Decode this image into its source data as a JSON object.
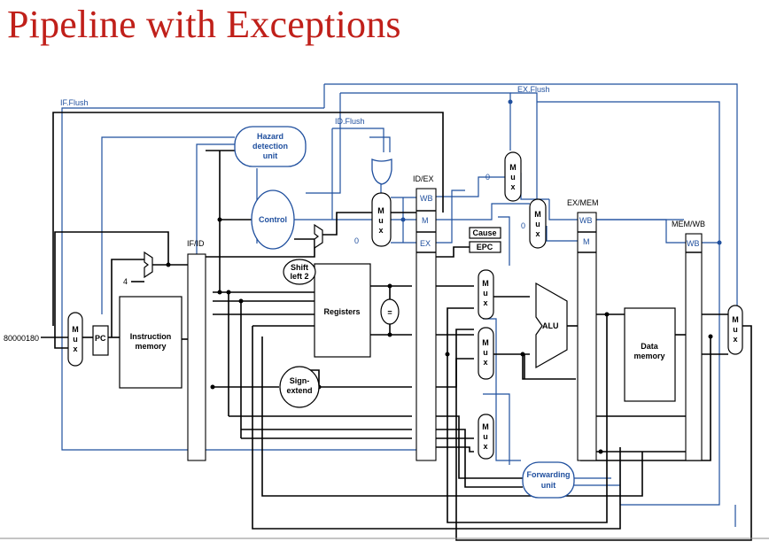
{
  "title": "Pipeline with Exceptions",
  "signals": {
    "if_flush": "IF.Flush",
    "id_flush": "ID.Flush",
    "ex_flush": "EX.Flush",
    "exception_address": "80000180",
    "pc_increment": "4",
    "zero_a": "0",
    "zero_b": "0",
    "zero_c": "0"
  },
  "units": {
    "hazard": [
      "Hazard",
      "detection",
      "unit"
    ],
    "control": "Control",
    "pc": "PC",
    "instruction_memory": [
      "Instruction",
      "memory"
    ],
    "registers": "Registers",
    "equal": "=",
    "shift": [
      "Shift",
      "left 2"
    ],
    "sign_extend": [
      "Sign-",
      "extend"
    ],
    "alu": "ALU",
    "data_memory": [
      "Data",
      "memory"
    ],
    "forwarding": [
      "Forwarding",
      "unit"
    ],
    "cause": "Cause",
    "epc": "EPC",
    "mux_letters": [
      "M",
      "u",
      "x"
    ]
  },
  "registers": {
    "if_id": "IF/ID",
    "id_ex": "ID/EX",
    "ex_mem": "EX/MEM",
    "mem_wb": "MEM/WB",
    "wb": "WB",
    "m": "M",
    "ex": "EX"
  },
  "colors": {
    "title": "#c0201a",
    "control_path": "#1f4f9e",
    "datapath": "#000000"
  }
}
